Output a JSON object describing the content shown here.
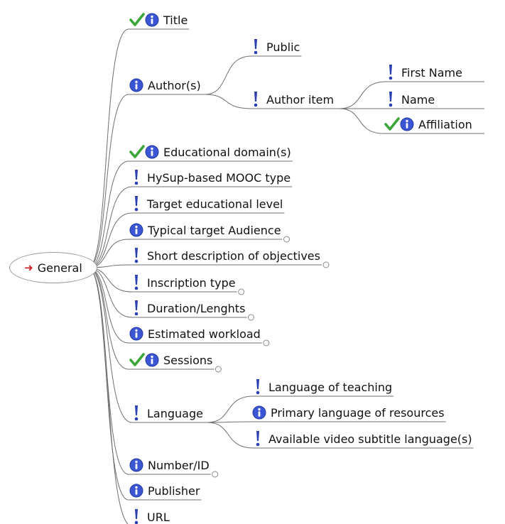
{
  "root": {
    "label": "General",
    "icon": "arrow-right-icon",
    "color": "#d32222"
  },
  "colors": {
    "check": "#3aa63a",
    "info": "#3a56d4",
    "exclamation": "#2a3fb0",
    "line": "#6f6f6f"
  },
  "nodes": {
    "title": {
      "label": "Title",
      "icons": [
        "check-icon",
        "info-icon"
      ]
    },
    "authors": {
      "label": "Author(s)",
      "icons": [
        "info-icon"
      ]
    },
    "public": {
      "label": "Public",
      "icons": [
        "exclamation-icon"
      ]
    },
    "author_item": {
      "label": "Author item",
      "icons": [
        "exclamation-icon"
      ]
    },
    "first_name": {
      "label": "First Name",
      "icons": [
        "exclamation-icon"
      ]
    },
    "name": {
      "label": "Name",
      "icons": [
        "exclamation-icon"
      ]
    },
    "affiliation": {
      "label": "Affiliation",
      "icons": [
        "check-icon",
        "info-icon"
      ]
    },
    "educational_domain": {
      "label": "Educational domain(s)",
      "icons": [
        "check-icon",
        "info-icon"
      ]
    },
    "mooc_type": {
      "label": "HySup-based MOOC type",
      "icons": [
        "exclamation-icon"
      ]
    },
    "target_level": {
      "label": "Target educational level",
      "icons": [
        "exclamation-icon"
      ]
    },
    "target_audience": {
      "label": "Typical target Audience",
      "icons": [
        "info-icon"
      ]
    },
    "short_description": {
      "label": "Short description of objectives",
      "icons": [
        "exclamation-icon"
      ]
    },
    "inscription_type": {
      "label": "Inscription type",
      "icons": [
        "exclamation-icon"
      ]
    },
    "duration": {
      "label": "Duration/Lenghts",
      "icons": [
        "exclamation-icon"
      ]
    },
    "workload": {
      "label": "Estimated workload",
      "icons": [
        "info-icon"
      ]
    },
    "sessions": {
      "label": "Sessions",
      "icons": [
        "check-icon",
        "info-icon"
      ]
    },
    "language": {
      "label": "Language",
      "icons": [
        "exclamation-icon"
      ]
    },
    "language_teaching": {
      "label": "Language of teaching",
      "icons": [
        "exclamation-icon"
      ]
    },
    "primary_language": {
      "label": "Primary language of resources",
      "icons": [
        "info-icon"
      ]
    },
    "subtitle_language": {
      "label": "Available video subtitle language(s)",
      "icons": [
        "exclamation-icon"
      ]
    },
    "number_id": {
      "label": "Number/ID",
      "icons": [
        "info-icon"
      ]
    },
    "publisher": {
      "label": "Publisher",
      "icons": [
        "info-icon"
      ]
    },
    "url": {
      "label": "URL",
      "icons": [
        "exclamation-icon"
      ]
    }
  }
}
